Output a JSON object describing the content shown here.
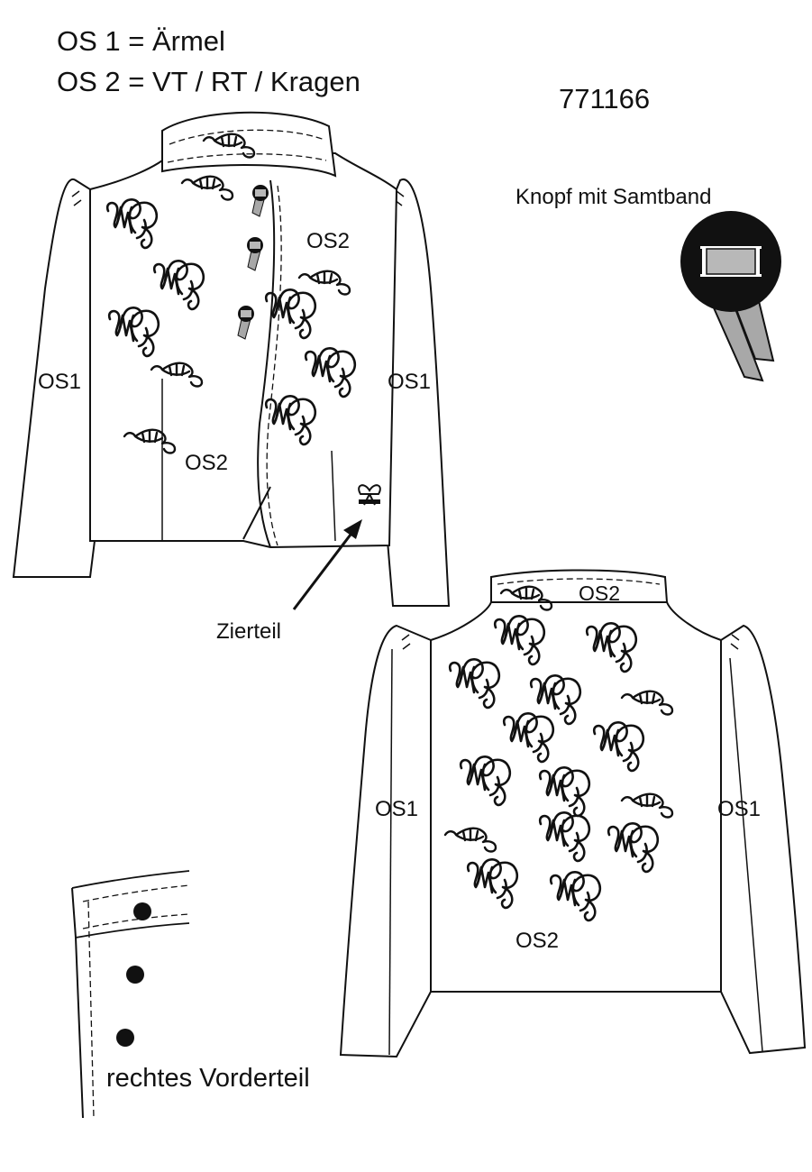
{
  "legend": {
    "line1": "OS 1 = Ärmel",
    "line2": "OS 2 = VT / RT / Kragen"
  },
  "article_number": "771166",
  "button_detail": {
    "title": "Knopf mit Samtband"
  },
  "front_view": {
    "label_os2_top": "OS2",
    "label_os1_left": "OS1",
    "label_os1_right": "OS1",
    "label_os2_bottom": "OS2",
    "callout": "Zierteil"
  },
  "back_view": {
    "label_os2_collar": "OS2",
    "label_os1_left": "OS1",
    "label_os1_right": "OS1",
    "label_os2_bottom": "OS2"
  },
  "front_detail": {
    "label": "rechtes Vorderteil"
  },
  "colors": {
    "line": "#111111",
    "fill": "#ffffff",
    "ribbon": "#a8a8a8",
    "button_center": "#b8b8b8"
  }
}
